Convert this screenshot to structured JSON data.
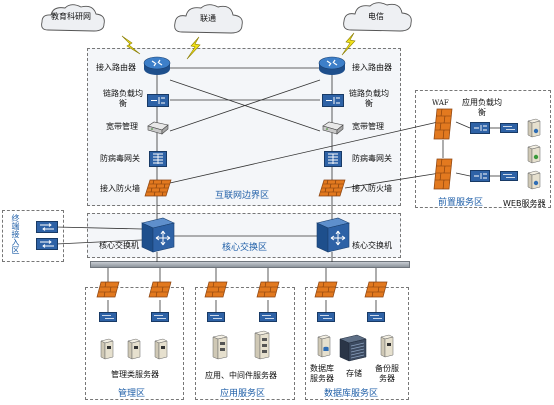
{
  "clouds": [
    {
      "label": "教育科研网"
    },
    {
      "label": "联通"
    },
    {
      "label": "电信"
    }
  ],
  "zones": {
    "internet_edge": "互联网边界区",
    "core": "核心交换区",
    "terminal_access": "终端接入区",
    "front_service": "前置服务区",
    "management": "管理区",
    "app_service": "应用服务区",
    "db_service": "数据库服务区"
  },
  "devices": {
    "access_router": "接入路由器",
    "link_lb": "链路负载均衡",
    "bandwidth_mgmt": "宽带管理",
    "antivirus_gw": "防病毒网关",
    "access_fw": "接入防火墙",
    "core_switch": "核心交换机",
    "waf": "WAF",
    "app_lb": "应用负载均衡",
    "web_server": "WEB服务器",
    "mgmt_server": "管理类服务器",
    "app_mid_server": "应用、中间件服务器",
    "db_server": "数据库服务器",
    "storage": "存储",
    "backup_server": "备份服务器"
  },
  "colors": {
    "zone_label": "#1f5fa8",
    "router": "#2f6db5",
    "firewall": "#e2791f",
    "lightning": "#f2e21a"
  }
}
